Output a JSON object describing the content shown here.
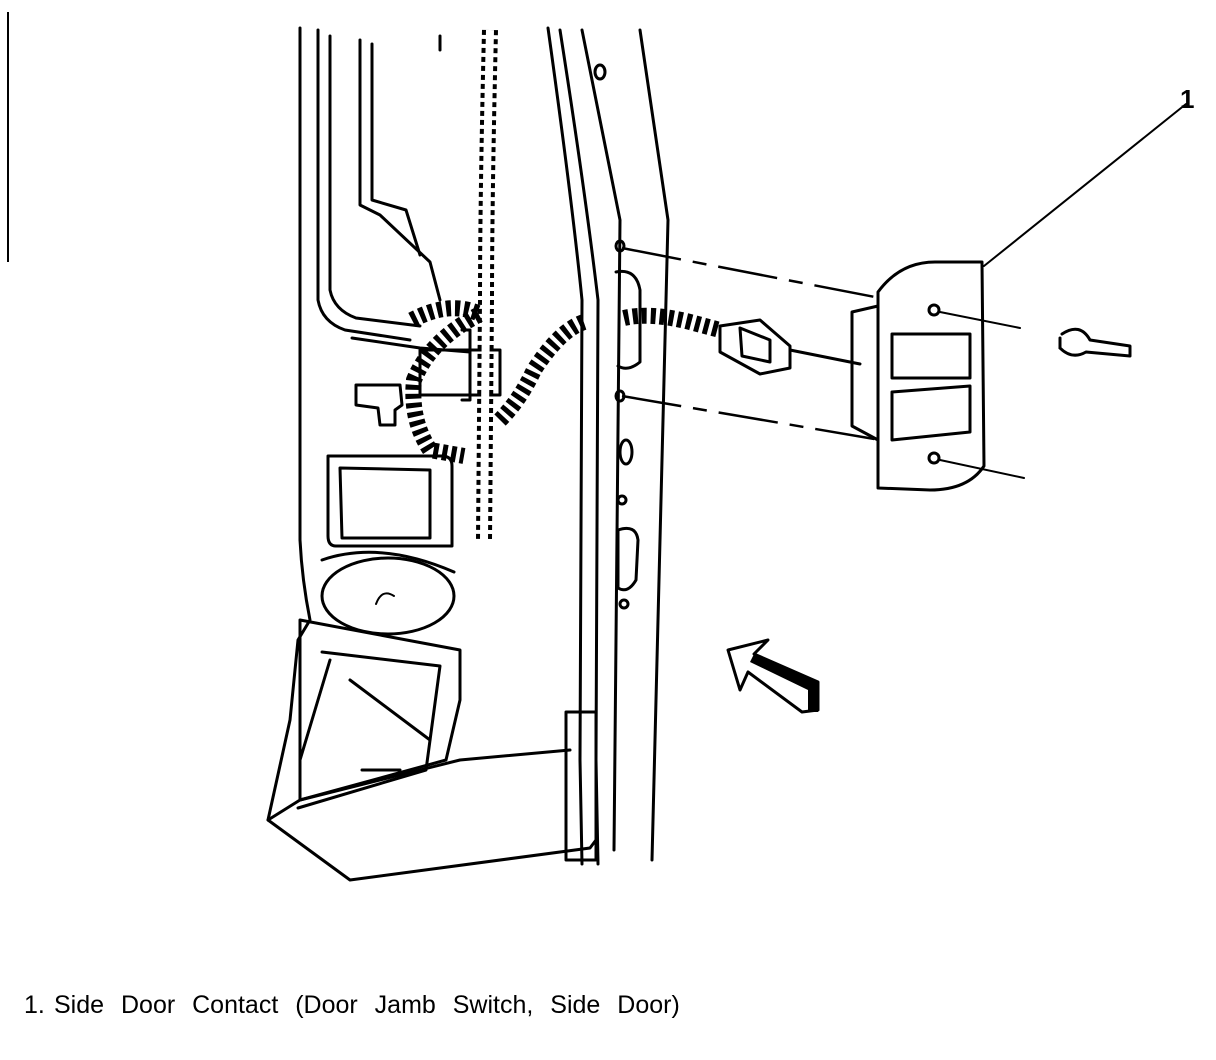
{
  "diagram": {
    "callouts": [
      {
        "number": "1"
      }
    ]
  },
  "legend": {
    "items": [
      {
        "number": "1.",
        "text": "Side Door Contact (Door Jamb Switch, Side Door)"
      }
    ]
  },
  "icons": [
    "view-direction-arrow-icon",
    "door-jamb-switch-icon",
    "screw-icon",
    "wiring-harness-icon",
    "connector-icon"
  ]
}
